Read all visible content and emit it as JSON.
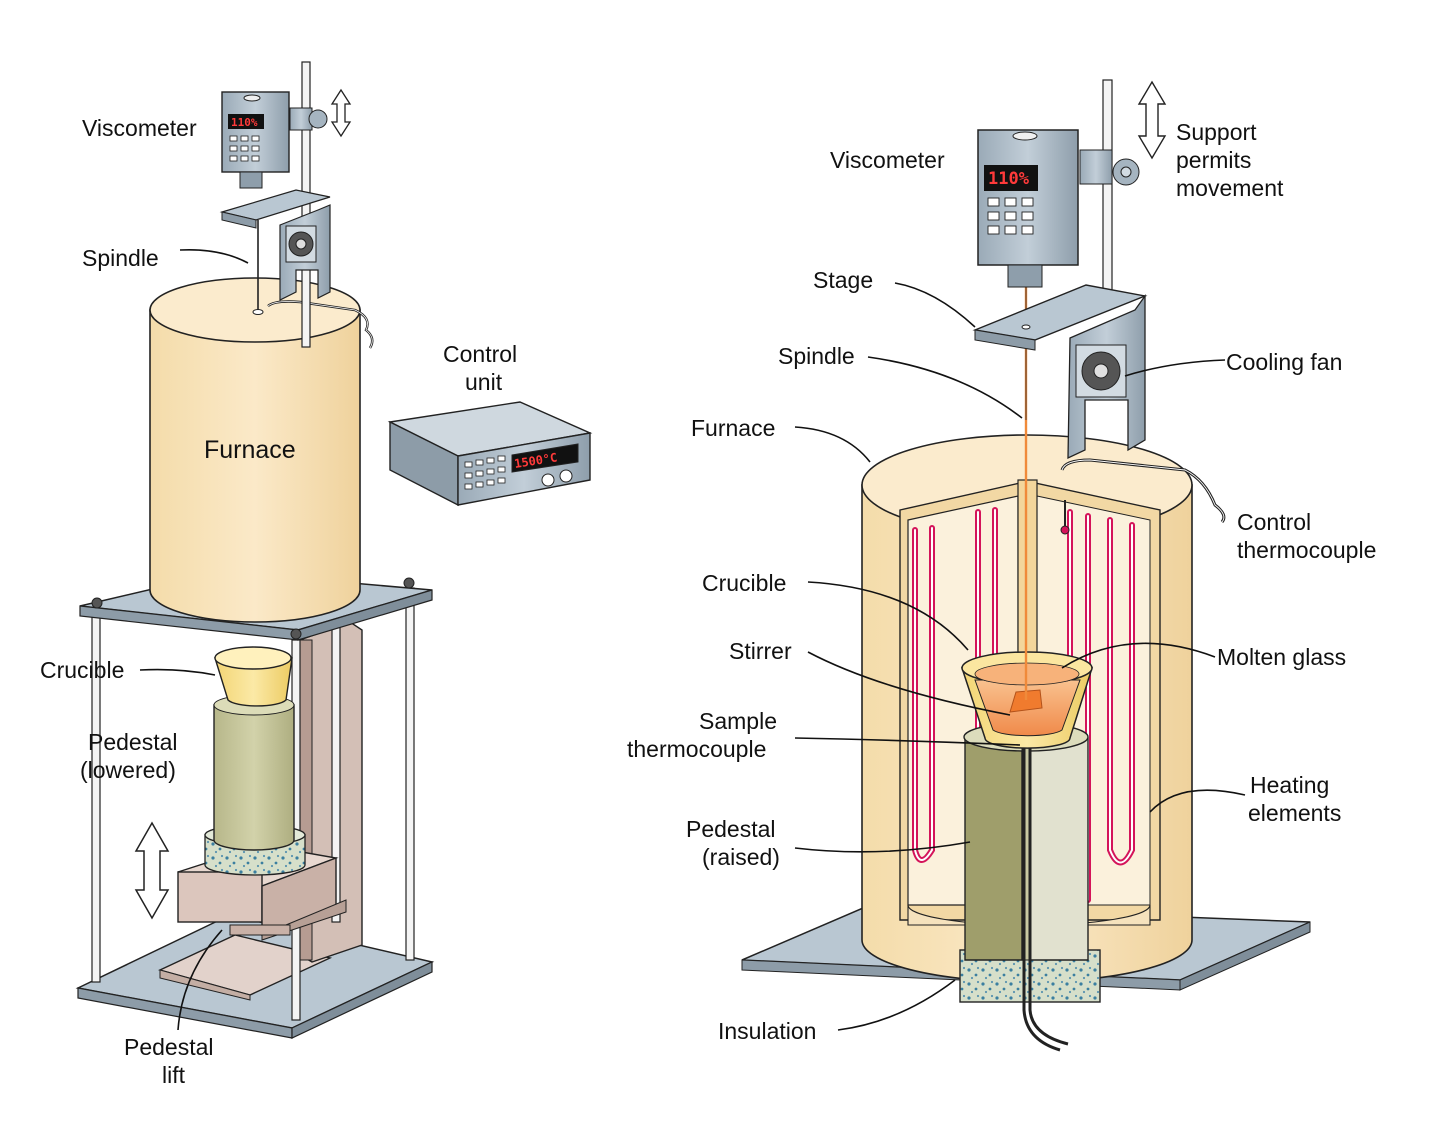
{
  "left_apparatus": {
    "labels": {
      "viscometer": "Viscometer",
      "spindle": "Spindle",
      "furnace": "Furnace",
      "control_unit_line1": "Control",
      "control_unit_line2": "unit",
      "crucible": "Crucible",
      "pedestal_line1": "Pedestal",
      "pedestal_line2": "(lowered)",
      "pedestal_lift_line1": "Pedestal",
      "pedestal_lift_line2": "lift"
    },
    "viscometer_display": "110%",
    "control_unit_display": "1500°C"
  },
  "right_apparatus": {
    "labels": {
      "viscometer": "Viscometer",
      "support_line1": "Support",
      "support_line2": "permits",
      "support_line3": "movement",
      "stage": "Stage",
      "spindle": "Spindle",
      "cooling_fan": "Cooling fan",
      "furnace": "Furnace",
      "control_tc_line1": "Control",
      "control_tc_line2": "thermocouple",
      "crucible": "Crucible",
      "molten_glass": "Molten glass",
      "stirrer": "Stirrer",
      "sample_tc_line1": "Sample",
      "sample_tc_line2": "thermocouple",
      "heating_line1": "Heating",
      "heating_line2": "elements",
      "pedestal_line1": "Pedestal",
      "pedestal_line2": "(raised)",
      "insulation": "Insulation"
    },
    "viscometer_display": "110%"
  },
  "colors": {
    "furnace": "#f8e4bc",
    "metal": "#a9b8c4",
    "crucible": "#f7df8a",
    "molten": "#f5a36a",
    "pedestal": "#c5c49a",
    "heating": "#d4145a",
    "lift": "#d8c4bc",
    "insulation": "#d2dcc6"
  }
}
